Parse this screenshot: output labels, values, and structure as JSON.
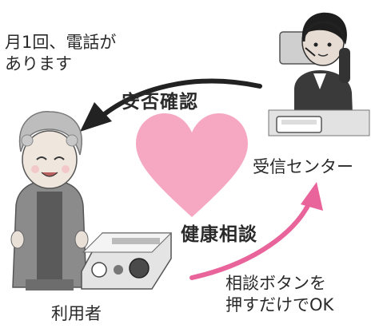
{
  "notes": {
    "call_line1": "月1回、電話が",
    "call_line2": "あります",
    "button_line1": "相談ボタンを",
    "button_line2": "押すだけでOK"
  },
  "labels": {
    "anpi": "安否確認",
    "kenko": "健康相談",
    "center": "受信センター",
    "user": "利用者"
  },
  "colors": {
    "heart": "#f6a8c2",
    "pink_arrow": "#e8649a",
    "black_arrow": "#222222"
  }
}
